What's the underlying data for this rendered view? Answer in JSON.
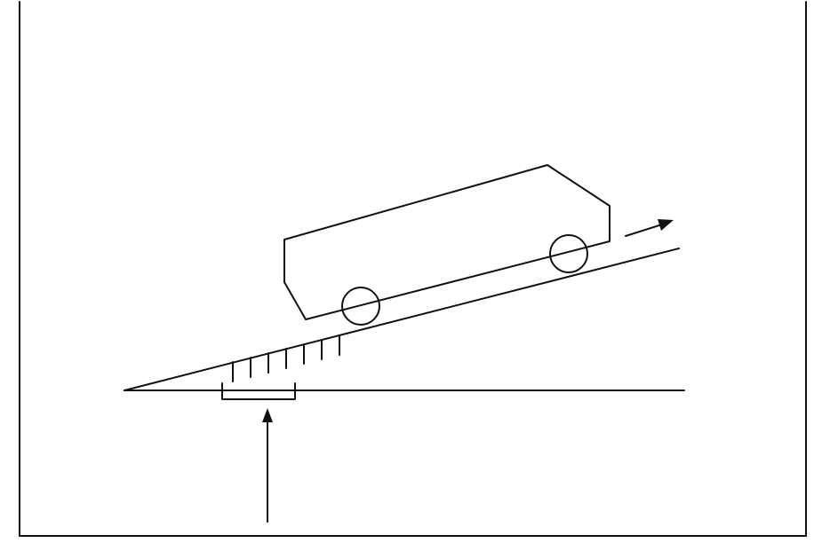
{
  "diagram": {
    "colors": {
      "background": "#ffffff",
      "line": "#111111",
      "frame": "#222222"
    },
    "elements": {
      "frame": "frame-border",
      "ground": "ground-line",
      "ramp": "inclined-ramp",
      "vehicle": "vehicle-body",
      "wheels": [
        "front-wheel",
        "rear-wheel"
      ],
      "motion": "motion-arrow",
      "support": "ramp-support-block",
      "force": "upward-force-arrow"
    },
    "labels": []
  }
}
